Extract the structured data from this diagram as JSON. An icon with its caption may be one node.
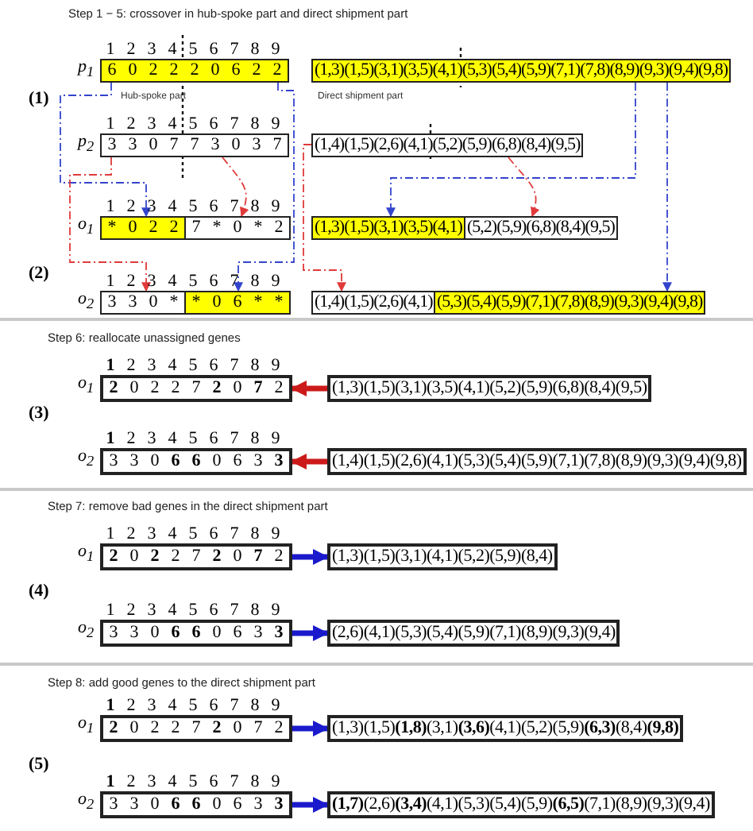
{
  "diagram": {
    "nodes": [
      {
        "text": [
          "6 0 2 2 2 0 6 2 2"
        ],
        "beside": [
          "p$_{1}$"
        ]
      },
      {
        "text": [
          "(1,3)(1,5)(3,1)(3,5)(4,1)(5,3)(5,4)(5,9)(7,1)(7,8)(8,9)(9,3)(9,4)(9,8)"
        ]
      },
      {
        "text": [
          "3 3 0 7 7 3 0 3 7"
        ],
        "beside": [
          "p$_{2}$"
        ]
      },
      {
        "text": [
          "(1,4)(1,5)(2,6)(4,1)(5,2)(5,9)(6,8)(8,4)(9,5)"
        ]
      },
      {
        "text": [
          "* 0 2 2"
        ],
        "beside": [
          "o$_{1}$"
        ]
      },
      {
        "text": [
          "7 * 0 * 2"
        ]
      },
      {
        "text": [
          "(1,3)(1,5)(3,1)(3,5)(4,1)"
        ]
      },
      {
        "text": [
          "(5,2)(5,9)(6,8)(8,4)(9,5)"
        ]
      },
      {
        "text": [
          "3 3 0 *"
        ],
        "beside": [
          "o$_{2}$"
        ]
      },
      {
        "text": [
          "* 0 6 * *"
        ]
      },
      {
        "text": [
          "(1,4)(1,5)(2,6)(4,1)"
        ]
      },
      {
        "text": [
          "(5,3)(5,4)(5,9)(7,1)(7,8)(8,9)(9,3)(9,4)(9,8)"
        ]
      },
      {
        "text": [
          "**2** 0 2 2 7 **2** 0 **7** 2"
        ],
        "beside": [
          "o$_{1}$"
        ]
      },
      {
        "text": [
          "(1,3)(1,5)(3,1)(3,5)(4,1)(5,2)(5,9)(6,8)(8,4)(9,5)"
        ]
      },
      {
        "text": [
          "3 3 0 **6** **6** 0 6 3 **3**"
        ],
        "beside": [
          "o$_{2}$"
        ]
      },
      {
        "text": [
          "(1,4)(1,5)(2,6)(4,1)(5,3)(5,4)(5,9)(7,1)(7,8)(8,9)(9,3)(9,4)(9,8)"
        ]
      },
      {
        "text": [
          "**2** 0 **2** 2 7 **2** 0 **7** 2"
        ],
        "beside": [
          "o$_{1}$"
        ]
      },
      {
        "text": [
          "(1,3)(1,5)(3,1)(4,1)(5,2)(5,9)(8,4)"
        ]
      },
      {
        "text": [
          "3 3 0 **6** **6** 0 6 3 **3**"
        ],
        "beside": [
          "o$_{2}$"
        ]
      },
      {
        "text": [
          "(2,6)(4,1)(5,3)(5,4)(5,9)(7,1)(8,9)(9,3)(9,4)"
        ]
      },
      {
        "text": [
          "**2** 0 2 2 7 **2** 0 7 2"
        ],
        "beside": [
          "o$_{1}$"
        ]
      },
      {
        "text": [
          "(1,3)(1,5)**(1,8)**(3,1)**(3,6)**(4,1)(5,2)(5,9)**(6,3)**(8,4)**(9,8)**"
        ]
      },
      {
        "text": [
          "3 3 0 **6** **6** 0 6 3 **3**"
        ],
        "beside": [
          "o$_{2}$"
        ]
      },
      {
        "text": [
          "**(1,7)**(2,6)**(3,4)**(4,1)(5,3)(5,4)(5,9)**(6,5)**(7,1)(8,9)(9,3)(9,4)"
        ]
      }
    ],
    "edges": [
      {
        "from": 0,
        "to": 4,
        "arrow": "to",
        "style": "dashed",
        "color": "#3344cc"
      },
      {
        "from": 0,
        "to": 9,
        "arrow": "to",
        "style": "dashed",
        "color": "#3344cc"
      },
      {
        "from": 1,
        "to": 6,
        "arrow": "to",
        "style": "dashed",
        "color": "#3344cc"
      },
      {
        "from": 1,
        "to": 11,
        "arrow": "to",
        "style": "dashed",
        "color": "#3344cc"
      },
      {
        "from": 2,
        "to": 5,
        "arrow": "to",
        "style": "dashed",
        "color": "#e03a3a"
      },
      {
        "from": 2,
        "to": 8,
        "arrow": "to",
        "style": "dashed",
        "color": "#e03a3a"
      },
      {
        "from": 3,
        "to": 7,
        "arrow": "to",
        "style": "dashed",
        "color": "#e03a3a"
      },
      {
        "from": 3,
        "to": 10,
        "arrow": "to",
        "style": "dashed",
        "color": "#e03a3a"
      },
      {
        "from": 13,
        "to": 12,
        "arrow": "to",
        "style": "thick",
        "color": "#cc1a1a"
      },
      {
        "from": 15,
        "to": 14,
        "arrow": "to",
        "style": "thick",
        "color": "#cc1a1a"
      },
      {
        "from": 16,
        "to": 17,
        "arrow": "to",
        "style": "thick",
        "color": "#1a1acc"
      },
      {
        "from": 18,
        "to": 19,
        "arrow": "to",
        "style": "thick",
        "color": "#1a1acc"
      },
      {
        "from": 20,
        "to": 21,
        "arrow": "to",
        "style": "thick",
        "color": "#1a1acc"
      },
      {
        "from": 22,
        "to": 23,
        "arrow": "to",
        "style": "thick",
        "color": "#1a1acc"
      }
    ],
    "labels": [
      "Step 1 − 5: crossover in hub-spoke part and direct shipment part",
      "1 2 3 4 5 6 7 8 9",
      "(1)",
      "Hub-spoke part",
      "Direct shipment part",
      "1 2 3 4 5 6 7 8 9",
      "1 2 3 4 5 6 7 8 9",
      "(2)",
      "1 2 3 4 5 6 7 8 9",
      "Step 6: reallocate unassigned genes",
      "**1** 2 3 4 5 6 7 8 9",
      "(3)",
      "**1** 2 3 4 5 6 7 8 9",
      "Step 7: remove bad genes in the direct shipment part",
      "1 2 3 4 5 6 7 8 9",
      "(4)",
      "1 2 3 4 5 6 7 8 9",
      "Step 8: add good genes to the direct shipment part",
      "**1** 2 3 4 5 6 7 8 9",
      "(5)",
      "**1** 2 3 4 5 6 7 8 9"
    ]
  }
}
